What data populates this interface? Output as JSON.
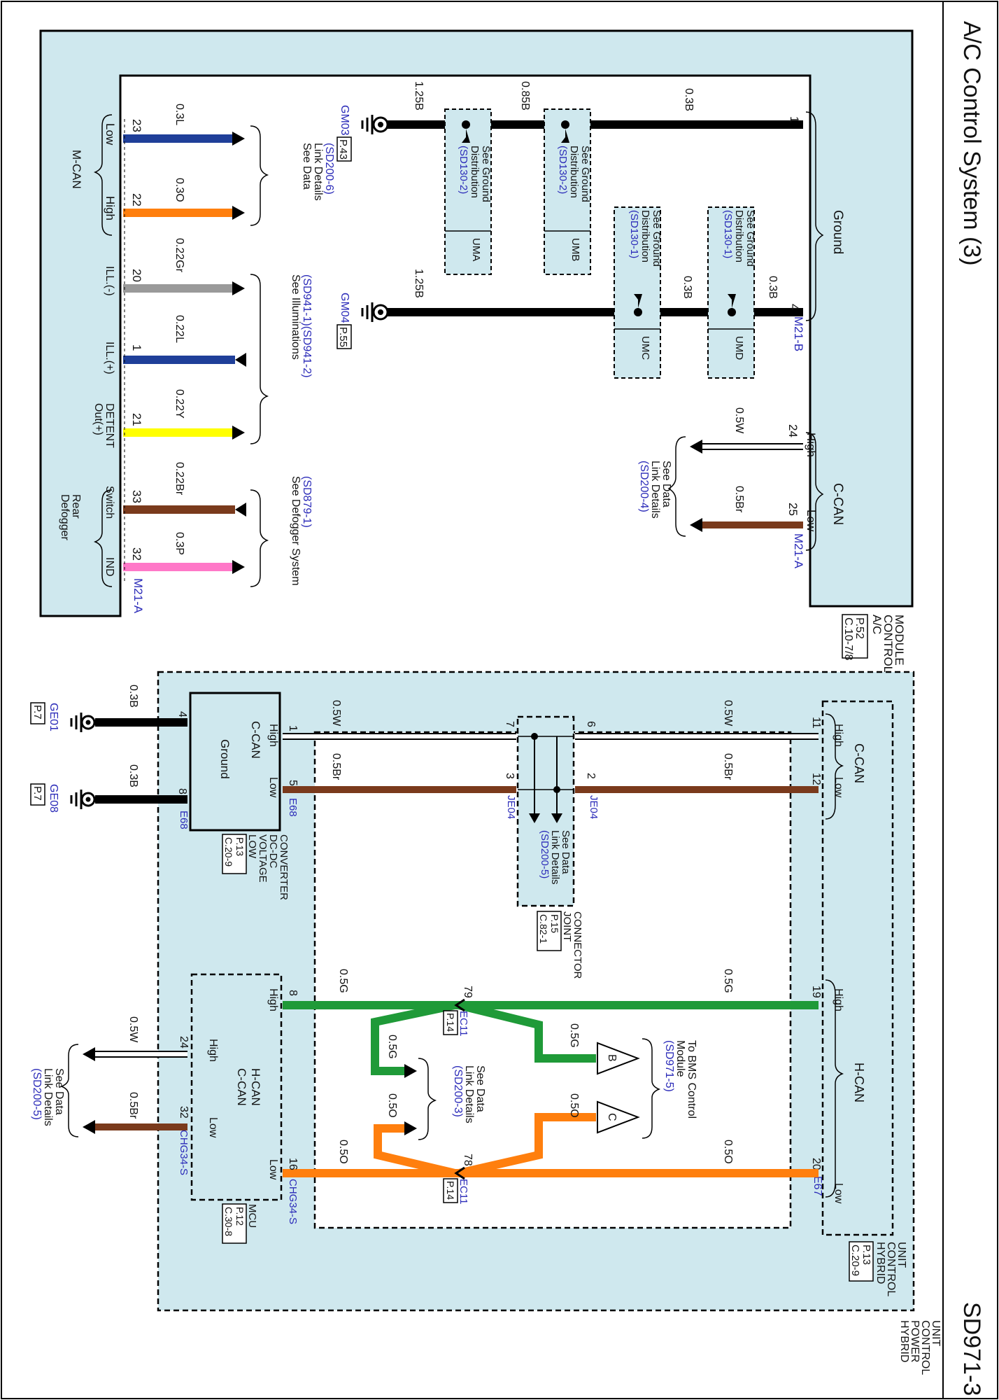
{
  "header": {
    "title": "A/C Control System (3)",
    "page_code": "SD971-3"
  },
  "ac_module": {
    "name_lines": [
      "A/C",
      "CONTROL",
      "MODULE"
    ],
    "ref_lines": [
      "P.52",
      "C.10-7/8"
    ],
    "conn_b": "M21-B",
    "conn_a": "M21-A",
    "ground_label": "Ground",
    "ccan_label": "C-CAN",
    "mcan_label": "M-CAN",
    "rear_defogger_label": [
      "Rear",
      "Defogger"
    ],
    "pins": {
      "gnd1": "1",
      "gnd2": "4",
      "ccan_high": "24",
      "ccan_low": "25",
      "mcan_low": "23",
      "mcan_high": "22",
      "ill_minus": "20",
      "ill_plus": "1",
      "detent": "21",
      "switch": "33",
      "ind": "32"
    },
    "pin_labels": {
      "high": "High",
      "low": "Low",
      "ill_minus": "ILL.(-)",
      "ill_plus": "ILL.(+)",
      "detent": [
        "DETENT",
        "Out(+)"
      ],
      "switch": "Switch",
      "ind": "IND"
    }
  },
  "wires": {
    "w03B": "0.3B",
    "w085B": "0.85B",
    "w125B": "1.25B",
    "w05W": "0.5W",
    "w05Br": "0.5Br",
    "w03L": "0.3L",
    "w03O": "0.3O",
    "w022Gr": "0.22Gr",
    "w022L": "0.22L",
    "w022Y": "0.22Y",
    "w022Br": "0.22Br",
    "w03P": "0.3P",
    "w05G": "0.5G",
    "w05O": "0.5O"
  },
  "grounds": {
    "gm03": "GM03",
    "gm03_ref": "P.43",
    "gm04": "GM04",
    "gm04_ref": "P.55",
    "ge01": "GE01",
    "ge01_ref": "P.7",
    "ge08": "GE08",
    "ge08_ref": "P.7"
  },
  "ground_dist": {
    "uma": "UMA",
    "umb": "UMB",
    "umc": "UMC",
    "umd": "UMD",
    "text": [
      "See Ground",
      "Distribution"
    ],
    "ref_uma": "(SD130-2)",
    "ref_umb": "(SD130-2)",
    "ref_umc": "(SD130-1)",
    "ref_umd": "(SD130-1)"
  },
  "references": {
    "data_link": [
      "See Data",
      "Link Details"
    ],
    "sd200_4": "(SD200-4)",
    "sd200_6": "(SD200-6)",
    "sd200_5": "(SD200-5)",
    "sd200_3": "(SD200-3)",
    "illum": "See Illuminations",
    "illum_ref": "(SD941-1)(SD941-2)",
    "defogger": "See Defogger System",
    "defogger_ref": "(SD879-1)",
    "bms": [
      "To BMS Control",
      "Module"
    ],
    "bms_ref": "(SD971-5)"
  },
  "hpcu": {
    "name_lines": [
      "HYBRID",
      "POWER",
      "CONTROL",
      "UNIT"
    ]
  },
  "hcu": {
    "name_lines": [
      "HYBRID",
      "CONTROL",
      "UNIT"
    ],
    "ref_lines": [
      "P.13",
      "C.20-9"
    ],
    "conn": "E67",
    "ccan": "C-CAN",
    "hcan": "H-CAN",
    "pins": {
      "ccan_high": "11",
      "ccan_low": "12",
      "hcan_high": "19",
      "hcan_low": "20"
    }
  },
  "joint": {
    "name_lines": [
      "JOINT",
      "CONNECTOR"
    ],
    "ref_lines": [
      "P.15",
      "C.82-1"
    ],
    "conn": "JE04",
    "pins": {
      "p7": "7",
      "p3": "3",
      "p6": "6",
      "p2": "2"
    }
  },
  "ldc": {
    "name_lines": [
      "LOW",
      "VOLTAGE",
      "DC-DC",
      "CONVERTER"
    ],
    "ref_lines": [
      "P.13",
      "C.20-9"
    ],
    "conn": "E68",
    "ccan": "C-CAN",
    "ground": "Ground",
    "pins": {
      "high": "1",
      "low": "5",
      "g1": "4",
      "g2": "8"
    }
  },
  "mcu": {
    "name": "MCU",
    "ref_lines": [
      "P.12",
      "C.30-8"
    ],
    "conn": "CHG34-S",
    "hcan": "H-CAN",
    "ccan": "C-CAN",
    "pins": {
      "hcan_high": "8",
      "hcan_low": "16",
      "ccan_high": "24",
      "ccan_low": "32"
    }
  },
  "ec11": {
    "conn": "EC11",
    "ref": "P.14",
    "pin_high": "79",
    "pin_low": "78",
    "gate_b": "B",
    "gate_c": "C"
  },
  "colors": {
    "module_fill": "#cfe8ee",
    "black": "#000000",
    "blue": "#1f3f99",
    "orange": "#ff7f0e",
    "gray": "#9a9a9a",
    "yellow": "#ffff00",
    "brown": "#7a3a1c",
    "pink": "#ff78c8",
    "green": "#1f9a38",
    "white_wire": "#ffffff",
    "conn_text": "#2a2ab8"
  }
}
